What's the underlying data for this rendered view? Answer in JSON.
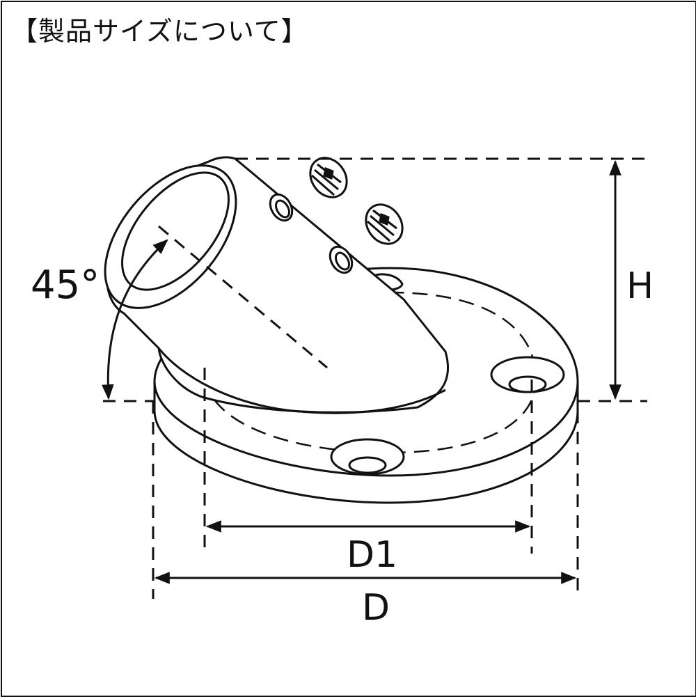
{
  "title": "【製品サイズについて】",
  "labels": {
    "angle": "45°",
    "height": "H",
    "inner_diameter": "D1",
    "outer_diameter": "D"
  },
  "colors": {
    "line": "#111111",
    "background": "#ffffff"
  }
}
